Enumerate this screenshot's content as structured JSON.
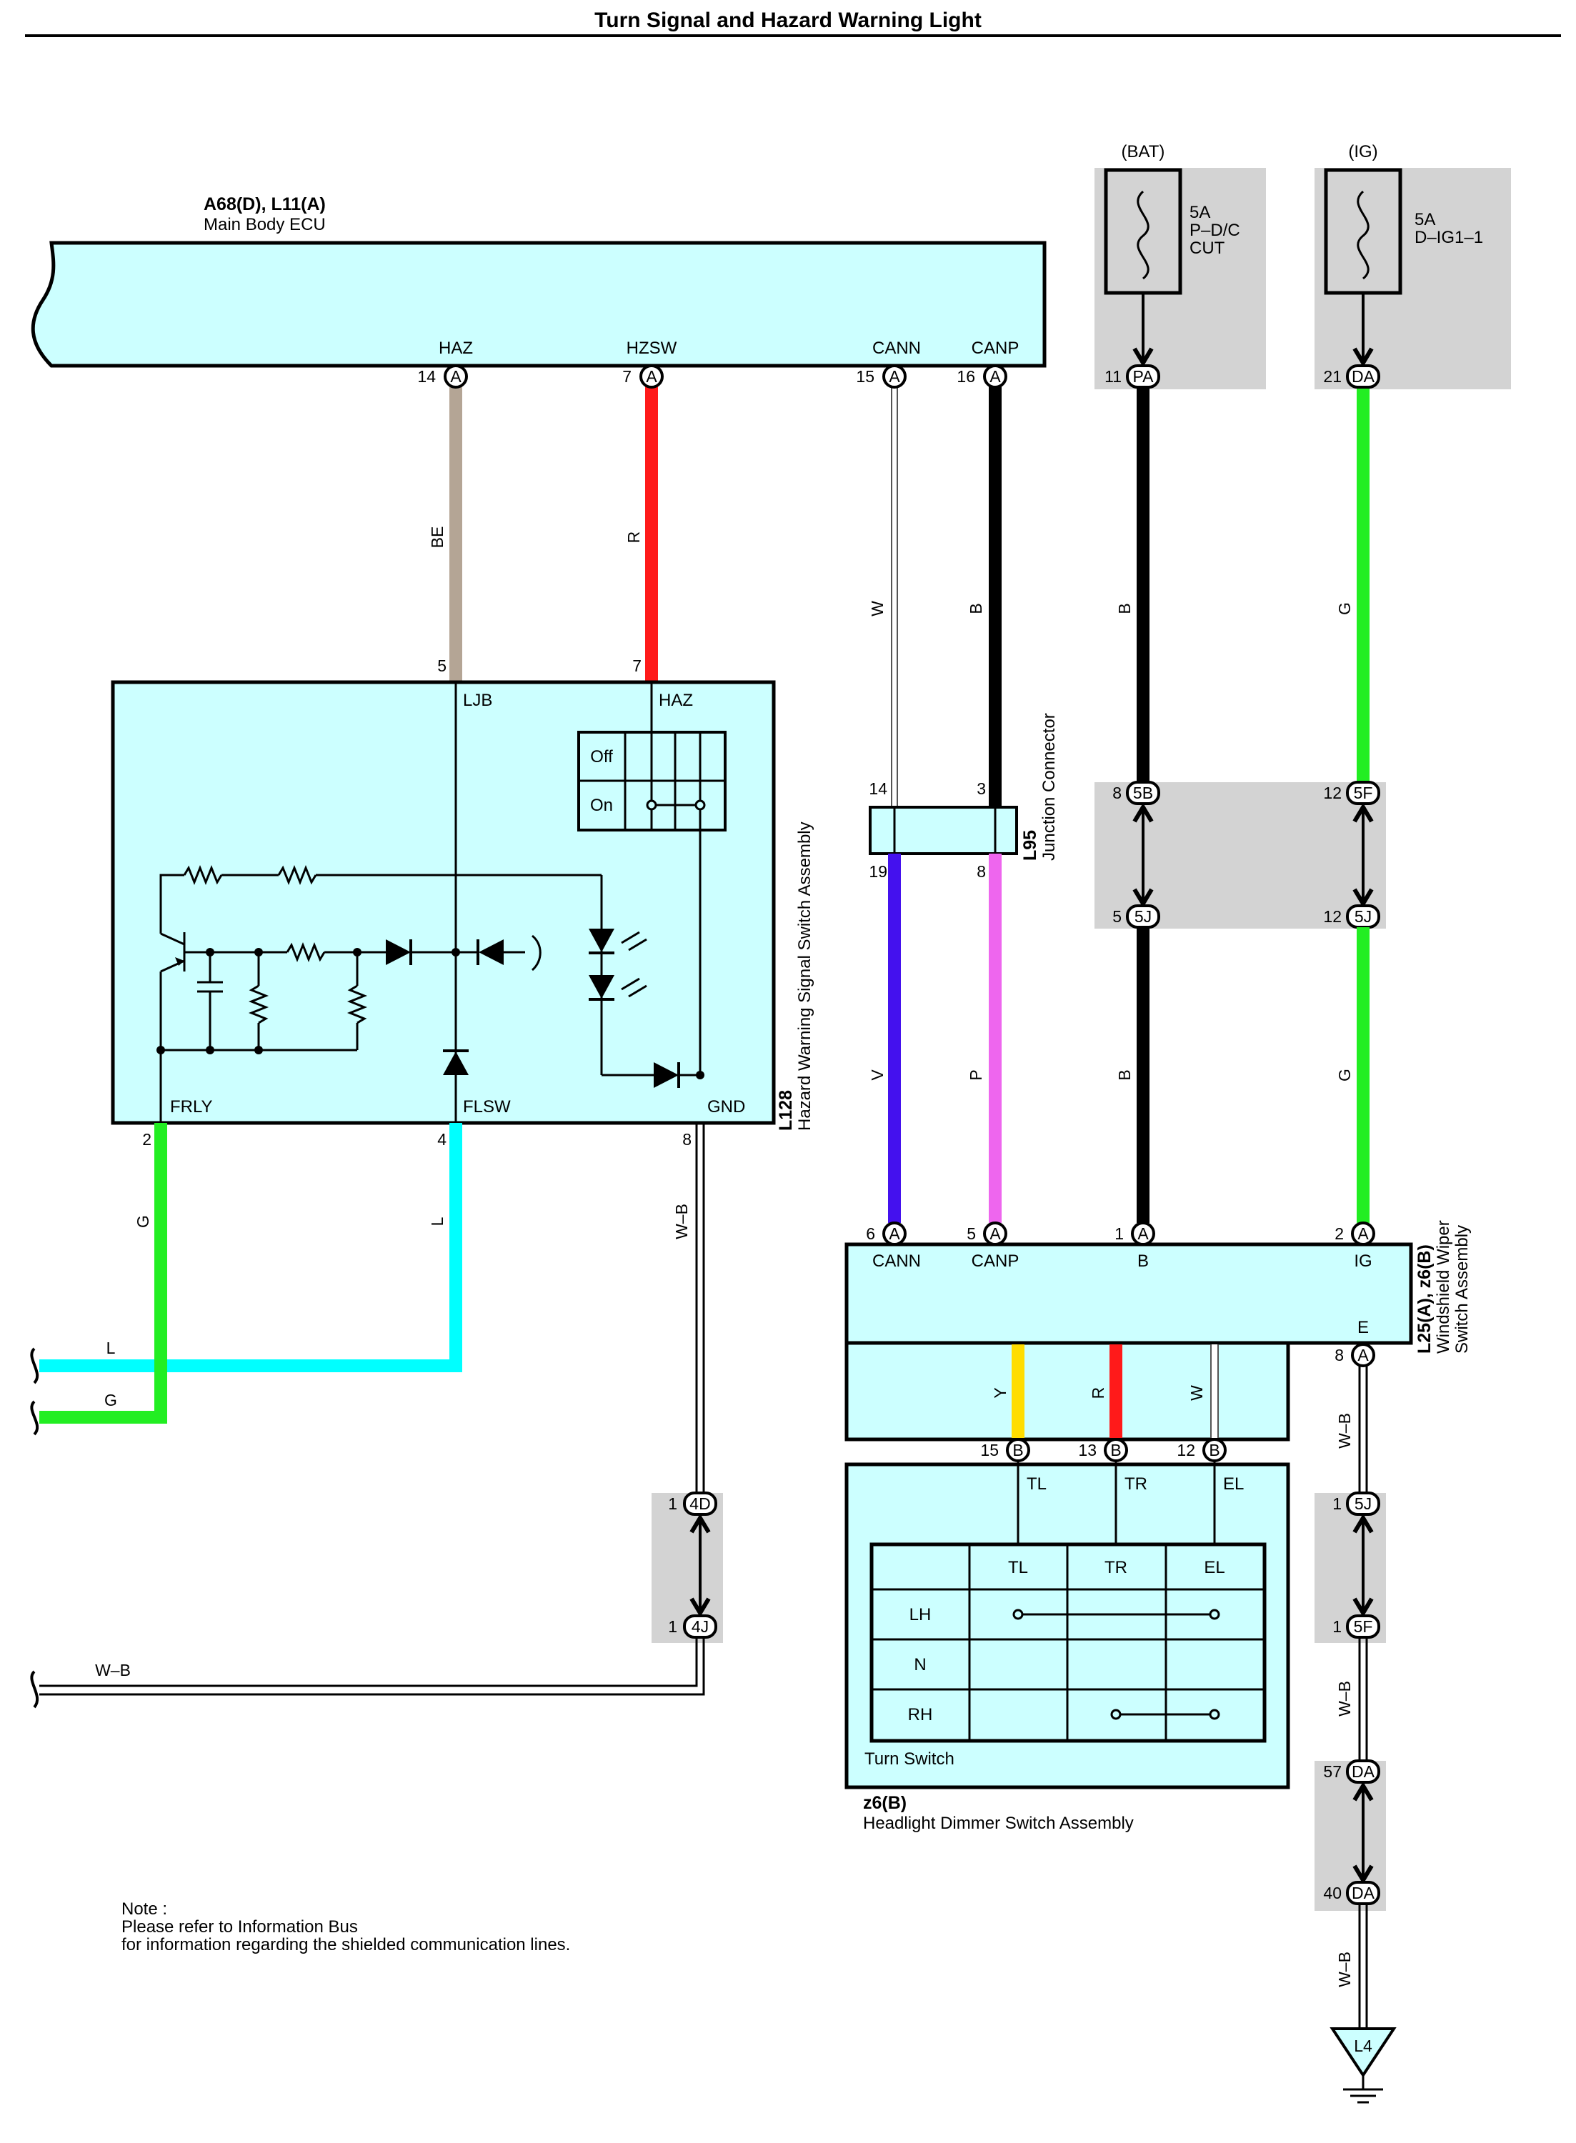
{
  "title": "Turn Signal and Hazard Warning Light",
  "ecu": {
    "name": "A68(D), L11(A)",
    "desc": "Main Body ECU",
    "pins": [
      {
        "label": "HAZ",
        "num": "14",
        "conn": "A"
      },
      {
        "label": "HZSW",
        "num": "7",
        "conn": "A"
      },
      {
        "label": "CANN",
        "num": "15",
        "conn": "A"
      },
      {
        "label": "CANP",
        "num": "16",
        "conn": "A"
      }
    ]
  },
  "fuses": [
    {
      "source": "(BAT)",
      "amp": "5A",
      "name1": "P–D/C",
      "name2": "CUT",
      "pin": "11",
      "conn": "PA",
      "wire": "B"
    },
    {
      "source": "(IG)",
      "amp": "5A",
      "name1": "D–IG1–1",
      "name2": "",
      "pin": "21",
      "conn": "DA",
      "wire": "G"
    }
  ],
  "wires": {
    "haz": "BE",
    "hzsw": "R",
    "cann": "W",
    "canp": "B",
    "cann_lower": "V",
    "canp_lower": "P",
    "bat_lower": "B",
    "ig_lower": "G",
    "frly": "G",
    "flsw": "L",
    "gnd": "W–B",
    "left_l": "L",
    "left_g": "G",
    "left_wb": "W–B",
    "y": "Y",
    "r": "R",
    "w": "W",
    "e1": "W–B",
    "e2": "W–B",
    "e3": "W–B"
  },
  "hazard_switch": {
    "code": "L128",
    "desc": "Hazard Warning Signal Switch Assembly",
    "top_pins": [
      {
        "num": "5",
        "label": "LJB"
      },
      {
        "num": "7",
        "label": "HAZ"
      }
    ],
    "bottom_pins": [
      {
        "num": "2",
        "label": "FRLY"
      },
      {
        "num": "4",
        "label": "FLSW"
      },
      {
        "num": "8",
        "label": "GND"
      }
    ],
    "states": [
      "Off",
      "On"
    ]
  },
  "junction": {
    "code": "L95",
    "desc": "Junction Connector",
    "pins": {
      "top_left": "14",
      "top_right": "3",
      "bot_left": "19",
      "bot_right": "8"
    }
  },
  "splices": [
    {
      "num": "8",
      "conn": "5B"
    },
    {
      "num": "5",
      "conn": "5J"
    },
    {
      "num": "12",
      "conn": "5F"
    },
    {
      "num": "12",
      "conn": "5J"
    },
    {
      "num": "1",
      "conn": "4D"
    },
    {
      "num": "1",
      "conn": "4J"
    },
    {
      "num": "1",
      "conn": "5J"
    },
    {
      "num": "1",
      "conn": "5F"
    },
    {
      "num": "57",
      "conn": "DA"
    },
    {
      "num": "40",
      "conn": "DA"
    }
  ],
  "wiper": {
    "code": "L25(A), z6(B)",
    "desc1": "Windshield Wiper",
    "desc2": "Switch Assembly",
    "pins": [
      {
        "num": "6",
        "conn": "A",
        "label": "CANN"
      },
      {
        "num": "5",
        "conn": "A",
        "label": "CANP"
      },
      {
        "num": "1",
        "conn": "A",
        "label": "B"
      },
      {
        "num": "2",
        "conn": "A",
        "label": "IG"
      }
    ],
    "e_label": "E",
    "e_pin": {
      "num": "8",
      "conn": "A"
    },
    "b_pins": [
      {
        "num": "15",
        "conn": "B"
      },
      {
        "num": "13",
        "conn": "B"
      },
      {
        "num": "12",
        "conn": "B"
      }
    ]
  },
  "dimmer": {
    "code": "z6(B)",
    "desc": "Headlight Dimmer Switch Assembly",
    "terms": [
      "TL",
      "TR",
      "EL"
    ],
    "table_cols": [
      "TL",
      "TR",
      "EL"
    ],
    "table_rows": [
      "LH",
      "N",
      "RH"
    ],
    "switch_name": "Turn Switch"
  },
  "ground": "L4",
  "note": {
    "line1": "Note :",
    "line2": "Please refer to Information Bus",
    "line3": "for information regarding the shielded communication lines."
  },
  "colors": {
    "box_fill": "#ccffff",
    "gray": "#d3d3d3",
    "be": "#b4a595",
    "r": "#ff1a1a",
    "b": "#000000",
    "g": "#22ee22",
    "v": "#4411ee",
    "p": "#ee66ee",
    "l": "#00ffff",
    "y": "#ffdd00"
  }
}
